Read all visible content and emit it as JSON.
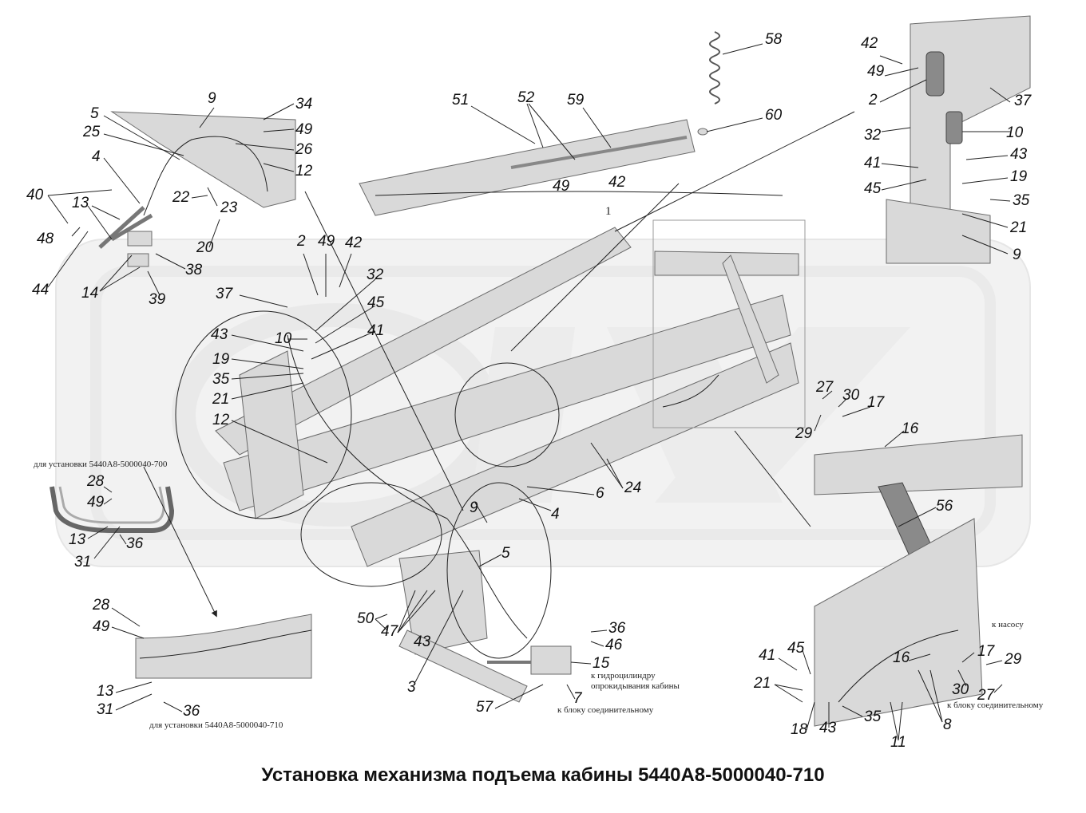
{
  "caption": "Установка механизма подъема кабины 5440А8-5000040-710",
  "sheet_number": "1",
  "notes": {
    "install_700": "для установки 5440А8-5000040-700",
    "install_710": "для установки 5440А8-5000040-710",
    "to_cylinder_1": "к гидроцилиндру",
    "to_cylinder_2": "опрокидывания кабины",
    "to_connector_block": "к блоку соединительному",
    "to_pump": "к насосу",
    "to_connector_block_right": "к блоку соединительному"
  },
  "callouts": [
    {
      "id": "c58",
      "text": "58"
    },
    {
      "id": "c60",
      "text": "60"
    },
    {
      "id": "c51",
      "text": "51"
    },
    {
      "id": "c52",
      "text": "52"
    },
    {
      "id": "c59",
      "text": "59"
    },
    {
      "id": "c49a",
      "text": "49"
    },
    {
      "id": "c42a",
      "text": "42"
    },
    {
      "id": "c42b",
      "text": "42"
    },
    {
      "id": "c49b",
      "text": "49"
    },
    {
      "id": "c2a",
      "text": "2"
    },
    {
      "id": "c37a",
      "text": "37"
    },
    {
      "id": "c32a",
      "text": "32"
    },
    {
      "id": "c10a",
      "text": "10"
    },
    {
      "id": "c43a",
      "text": "43"
    },
    {
      "id": "c41a",
      "text": "41"
    },
    {
      "id": "c19a",
      "text": "19"
    },
    {
      "id": "c45a",
      "text": "45"
    },
    {
      "id": "c35a",
      "text": "35"
    },
    {
      "id": "c21a",
      "text": "21"
    },
    {
      "id": "c9a",
      "text": "9"
    },
    {
      "id": "c9b",
      "text": "9"
    },
    {
      "id": "c34",
      "text": "34"
    },
    {
      "id": "c5a",
      "text": "5"
    },
    {
      "id": "c49c",
      "text": "49"
    },
    {
      "id": "c25",
      "text": "25"
    },
    {
      "id": "c26",
      "text": "26"
    },
    {
      "id": "c4a",
      "text": "4"
    },
    {
      "id": "c12a",
      "text": "12"
    },
    {
      "id": "c40",
      "text": "40"
    },
    {
      "id": "c22",
      "text": "22"
    },
    {
      "id": "c23",
      "text": "23"
    },
    {
      "id": "c13a",
      "text": "13"
    },
    {
      "id": "c48",
      "text": "48"
    },
    {
      "id": "c20",
      "text": "20"
    },
    {
      "id": "c38",
      "text": "38"
    },
    {
      "id": "c44",
      "text": "44"
    },
    {
      "id": "c14",
      "text": "14"
    },
    {
      "id": "c39",
      "text": "39"
    },
    {
      "id": "c2b",
      "text": "2"
    },
    {
      "id": "c49d",
      "text": "49"
    },
    {
      "id": "c42c",
      "text": "42"
    },
    {
      "id": "c32b",
      "text": "32"
    },
    {
      "id": "c37b",
      "text": "37"
    },
    {
      "id": "c45b",
      "text": "45"
    },
    {
      "id": "c43b",
      "text": "43"
    },
    {
      "id": "c10b",
      "text": "10"
    },
    {
      "id": "c41b",
      "text": "41"
    },
    {
      "id": "c19b",
      "text": "19"
    },
    {
      "id": "c35b",
      "text": "35"
    },
    {
      "id": "c21b",
      "text": "21"
    },
    {
      "id": "c12b",
      "text": "12"
    },
    {
      "id": "c27a",
      "text": "27"
    },
    {
      "id": "c30a",
      "text": "30"
    },
    {
      "id": "c17a",
      "text": "17"
    },
    {
      "id": "c29a",
      "text": "29"
    },
    {
      "id": "c16a",
      "text": "16"
    },
    {
      "id": "c24",
      "text": "24"
    },
    {
      "id": "c6",
      "text": "6"
    },
    {
      "id": "c9c",
      "text": "9"
    },
    {
      "id": "c4b",
      "text": "4"
    },
    {
      "id": "c56",
      "text": "56"
    },
    {
      "id": "c5b",
      "text": "5"
    },
    {
      "id": "c28a",
      "text": "28"
    },
    {
      "id": "c49e",
      "text": "49"
    },
    {
      "id": "c13b",
      "text": "13"
    },
    {
      "id": "c31a",
      "text": "31"
    },
    {
      "id": "c36a",
      "text": "36"
    },
    {
      "id": "c50",
      "text": "50"
    },
    {
      "id": "c47",
      "text": "47"
    },
    {
      "id": "c43c",
      "text": "43"
    },
    {
      "id": "c3",
      "text": "3"
    },
    {
      "id": "c36b",
      "text": "36"
    },
    {
      "id": "c46",
      "text": "46"
    },
    {
      "id": "c15",
      "text": "15"
    },
    {
      "id": "c7",
      "text": "7"
    },
    {
      "id": "c57",
      "text": "57"
    },
    {
      "id": "c28b",
      "text": "28"
    },
    {
      "id": "c49f",
      "text": "49"
    },
    {
      "id": "c13c",
      "text": "13"
    },
    {
      "id": "c31b",
      "text": "31"
    },
    {
      "id": "c36c",
      "text": "36"
    },
    {
      "id": "c41c",
      "text": "41"
    },
    {
      "id": "c45c",
      "text": "45"
    },
    {
      "id": "c21c",
      "text": "21"
    },
    {
      "id": "c16b",
      "text": "16"
    },
    {
      "id": "c17b",
      "text": "17"
    },
    {
      "id": "c29b",
      "text": "29"
    },
    {
      "id": "c30b",
      "text": "30"
    },
    {
      "id": "c27b",
      "text": "27"
    },
    {
      "id": "c8",
      "text": "8"
    },
    {
      "id": "c35c",
      "text": "35"
    },
    {
      "id": "c18",
      "text": "18"
    },
    {
      "id": "c43d",
      "text": "43"
    },
    {
      "id": "c11",
      "text": "11"
    }
  ]
}
